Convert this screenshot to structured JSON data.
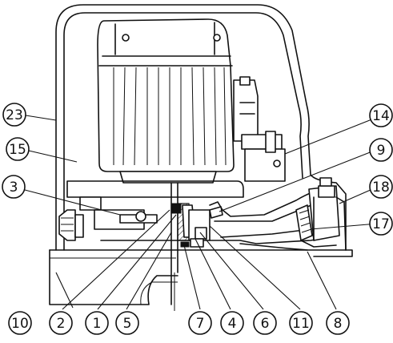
{
  "callouts": [
    {
      "id": "23",
      "label": "23"
    },
    {
      "id": "15",
      "label": "15"
    },
    {
      "id": "3",
      "label": "3"
    },
    {
      "id": "14",
      "label": "14"
    },
    {
      "id": "9",
      "label": "9"
    },
    {
      "id": "18",
      "label": "18"
    },
    {
      "id": "17",
      "label": "17"
    },
    {
      "id": "10",
      "label": "10"
    },
    {
      "id": "2",
      "label": "2"
    },
    {
      "id": "1",
      "label": "1"
    },
    {
      "id": "5",
      "label": "5"
    },
    {
      "id": "7",
      "label": "7"
    },
    {
      "id": "4",
      "label": "4"
    },
    {
      "id": "6",
      "label": "6"
    },
    {
      "id": "11",
      "label": "11"
    },
    {
      "id": "8",
      "label": "8"
    }
  ]
}
